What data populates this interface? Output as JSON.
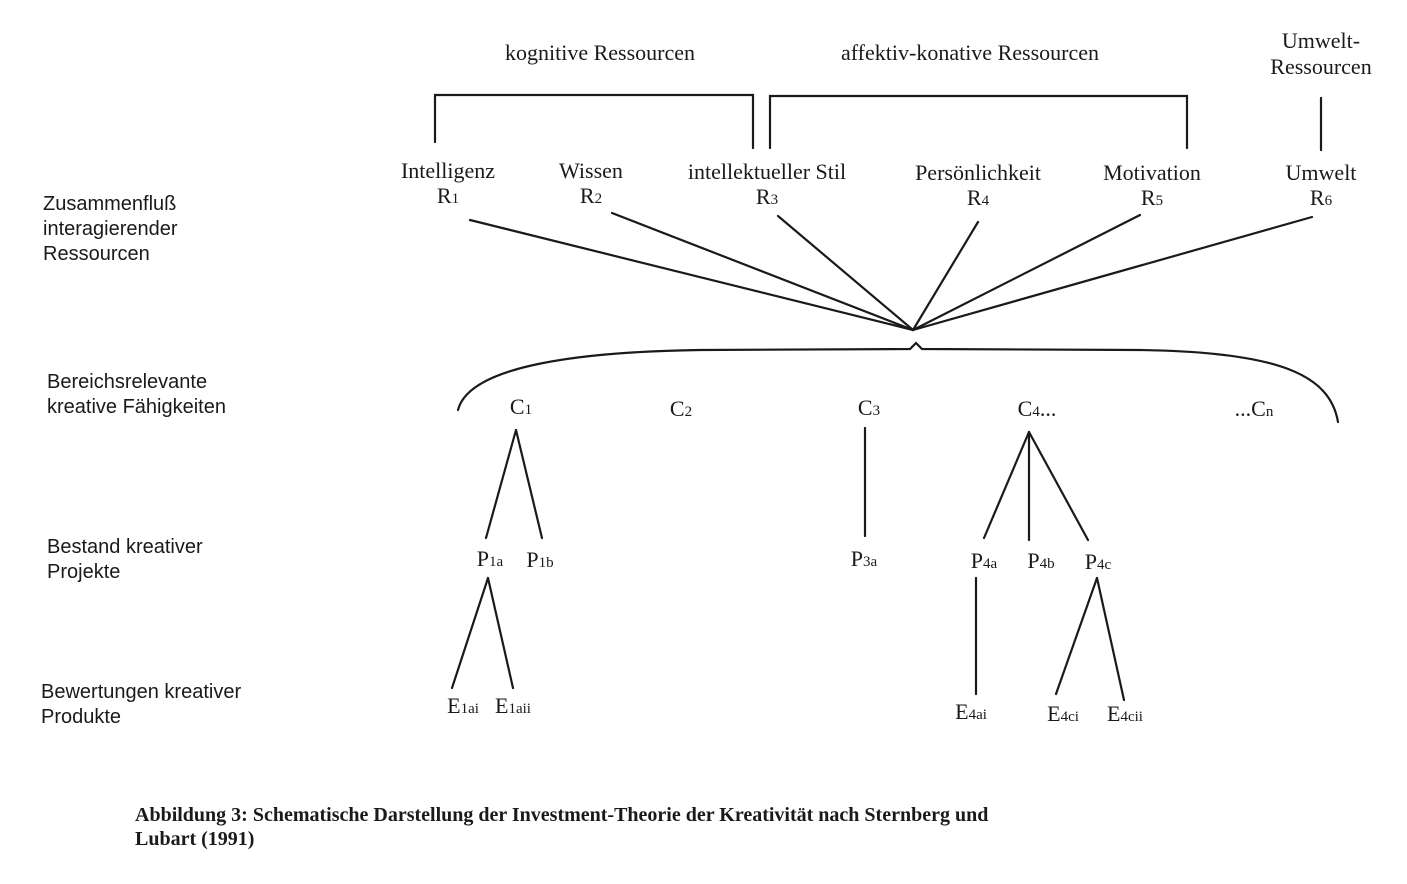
{
  "groups": {
    "cognitive": "kognitive Ressourcen",
    "affective": "affektiv-konative Ressourcen",
    "environment_line1": "Umwelt-",
    "environment_line2": "Ressourcen"
  },
  "row_labels": {
    "confluence": [
      "Zusammenfluß",
      "interagierender",
      "Ressourcen"
    ],
    "abilities": [
      "Bereichsrelevante",
      "kreative Fähigkeiten"
    ],
    "projects": [
      "Bestand kreativer",
      "Projekte"
    ],
    "evaluations": [
      "Bewertungen kreativer",
      "Produkte"
    ]
  },
  "resources": [
    {
      "name": "Intelligenz",
      "sym": "R",
      "sub": "1"
    },
    {
      "name": "Wissen",
      "sym": "R",
      "sub": "2"
    },
    {
      "name": "intellektueller Stil",
      "sym": "R",
      "sub": "3"
    },
    {
      "name": "Persönlichkeit",
      "sym": "R",
      "sub": "4"
    },
    {
      "name": "Motivation",
      "sym": "R",
      "sub": "5"
    },
    {
      "name": "Umwelt",
      "sym": "R",
      "sub": "6"
    }
  ],
  "abilities": [
    {
      "pre": "",
      "sym": "C",
      "sub": "1",
      "post": ""
    },
    {
      "pre": "",
      "sym": "C",
      "sub": "2",
      "post": ""
    },
    {
      "pre": "",
      "sym": "C",
      "sub": "3",
      "post": ""
    },
    {
      "pre": "",
      "sym": "C",
      "sub": "4",
      "post": "..."
    },
    {
      "pre": "...",
      "sym": "C",
      "sub": "n",
      "post": ""
    }
  ],
  "projects": [
    {
      "sym": "P",
      "sub": "1a"
    },
    {
      "sym": "P",
      "sub": "1b"
    },
    {
      "sym": "P",
      "sub": "3a"
    },
    {
      "sym": "P",
      "sub": "4a"
    },
    {
      "sym": "P",
      "sub": "4b"
    },
    {
      "sym": "P",
      "sub": "4c"
    }
  ],
  "evaluations": [
    {
      "sym": "E",
      "sub": "1ai"
    },
    {
      "sym": "E",
      "sub": "1aii"
    },
    {
      "sym": "E",
      "sub": "4ai"
    },
    {
      "sym": "E",
      "sub": "4ci"
    },
    {
      "sym": "E",
      "sub": "4cii"
    }
  ],
  "caption": {
    "line1": "Abbildung 3: Schematische Darstellung der Investment-Theorie der Kreativität nach Sternberg und",
    "line2": "Lubart (1991)"
  }
}
